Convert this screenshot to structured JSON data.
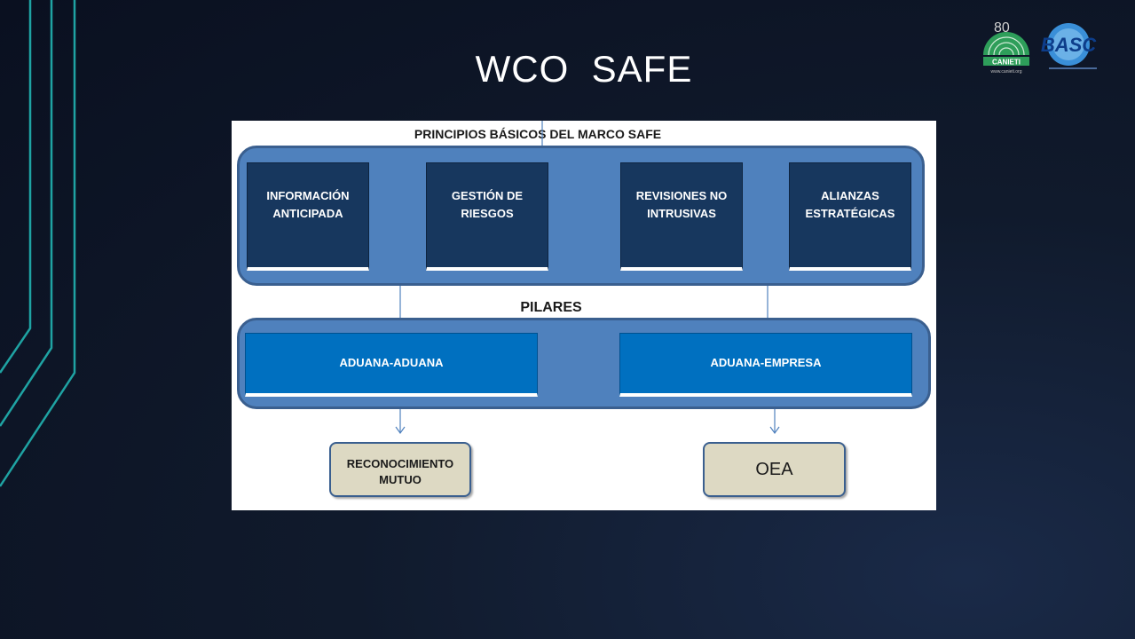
{
  "slide": {
    "title": "WCO  SAFE",
    "logos": [
      {
        "name": "canieti-logo",
        "text": "CANIETI",
        "anniversary": "80",
        "url_text": "www.canieti.org"
      },
      {
        "name": "basc-logo",
        "text": "BASC"
      }
    ]
  },
  "diagram": {
    "principles_header": "PRINCIPIOS BÁSICOS DEL MARCO SAFE",
    "principles": [
      {
        "line1": "INFORMACIÓN",
        "line2": "ANTICIPADA"
      },
      {
        "line1": "GESTIÓN DE",
        "line2": "RIESGOS"
      },
      {
        "line1": "REVISIONES NO",
        "line2": "INTRUSIVAS"
      },
      {
        "line1": "ALIANZAS",
        "line2": "ESTRATÉGICAS"
      }
    ],
    "pillars_header": "PILARES",
    "pillars": [
      {
        "label": "ADUANA-ADUANA"
      },
      {
        "label": "ADUANA-EMPRESA"
      }
    ],
    "results": [
      {
        "line1": "RECONOCIMIENTO",
        "line2": "MUTUO"
      },
      {
        "label": "OEA"
      }
    ]
  },
  "colors": {
    "background": "#101a2c",
    "accent_lines": "#1fa3a3",
    "panel_blue": "#4f81bd",
    "dark_box": "#17375e",
    "pillar_box": "#0070c0",
    "result_box": "#ddd9c3"
  }
}
